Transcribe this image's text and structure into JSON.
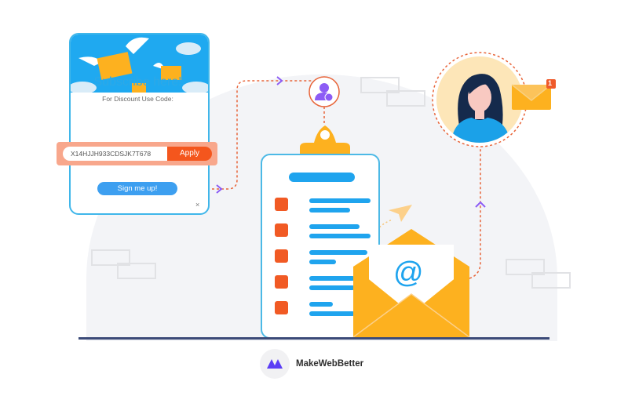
{
  "popup": {
    "title": "Subscribe here!",
    "subtitle": "For Discount Use Code:",
    "coupon_code": "X14HJJH933CDSJK7T678",
    "apply_label": "Apply",
    "signup_label": "Sign me up!",
    "close_label": "×"
  },
  "notification": {
    "badge_count": "1"
  },
  "email": {
    "symbol": "@"
  },
  "brand": {
    "name": "MakeWebBetter"
  },
  "colors": {
    "primary_blue": "#1fa9f0",
    "orange": "#f4561d",
    "yellow": "#fdb11f",
    "purple": "#8c5cf5",
    "dashed": "#e8653a"
  }
}
